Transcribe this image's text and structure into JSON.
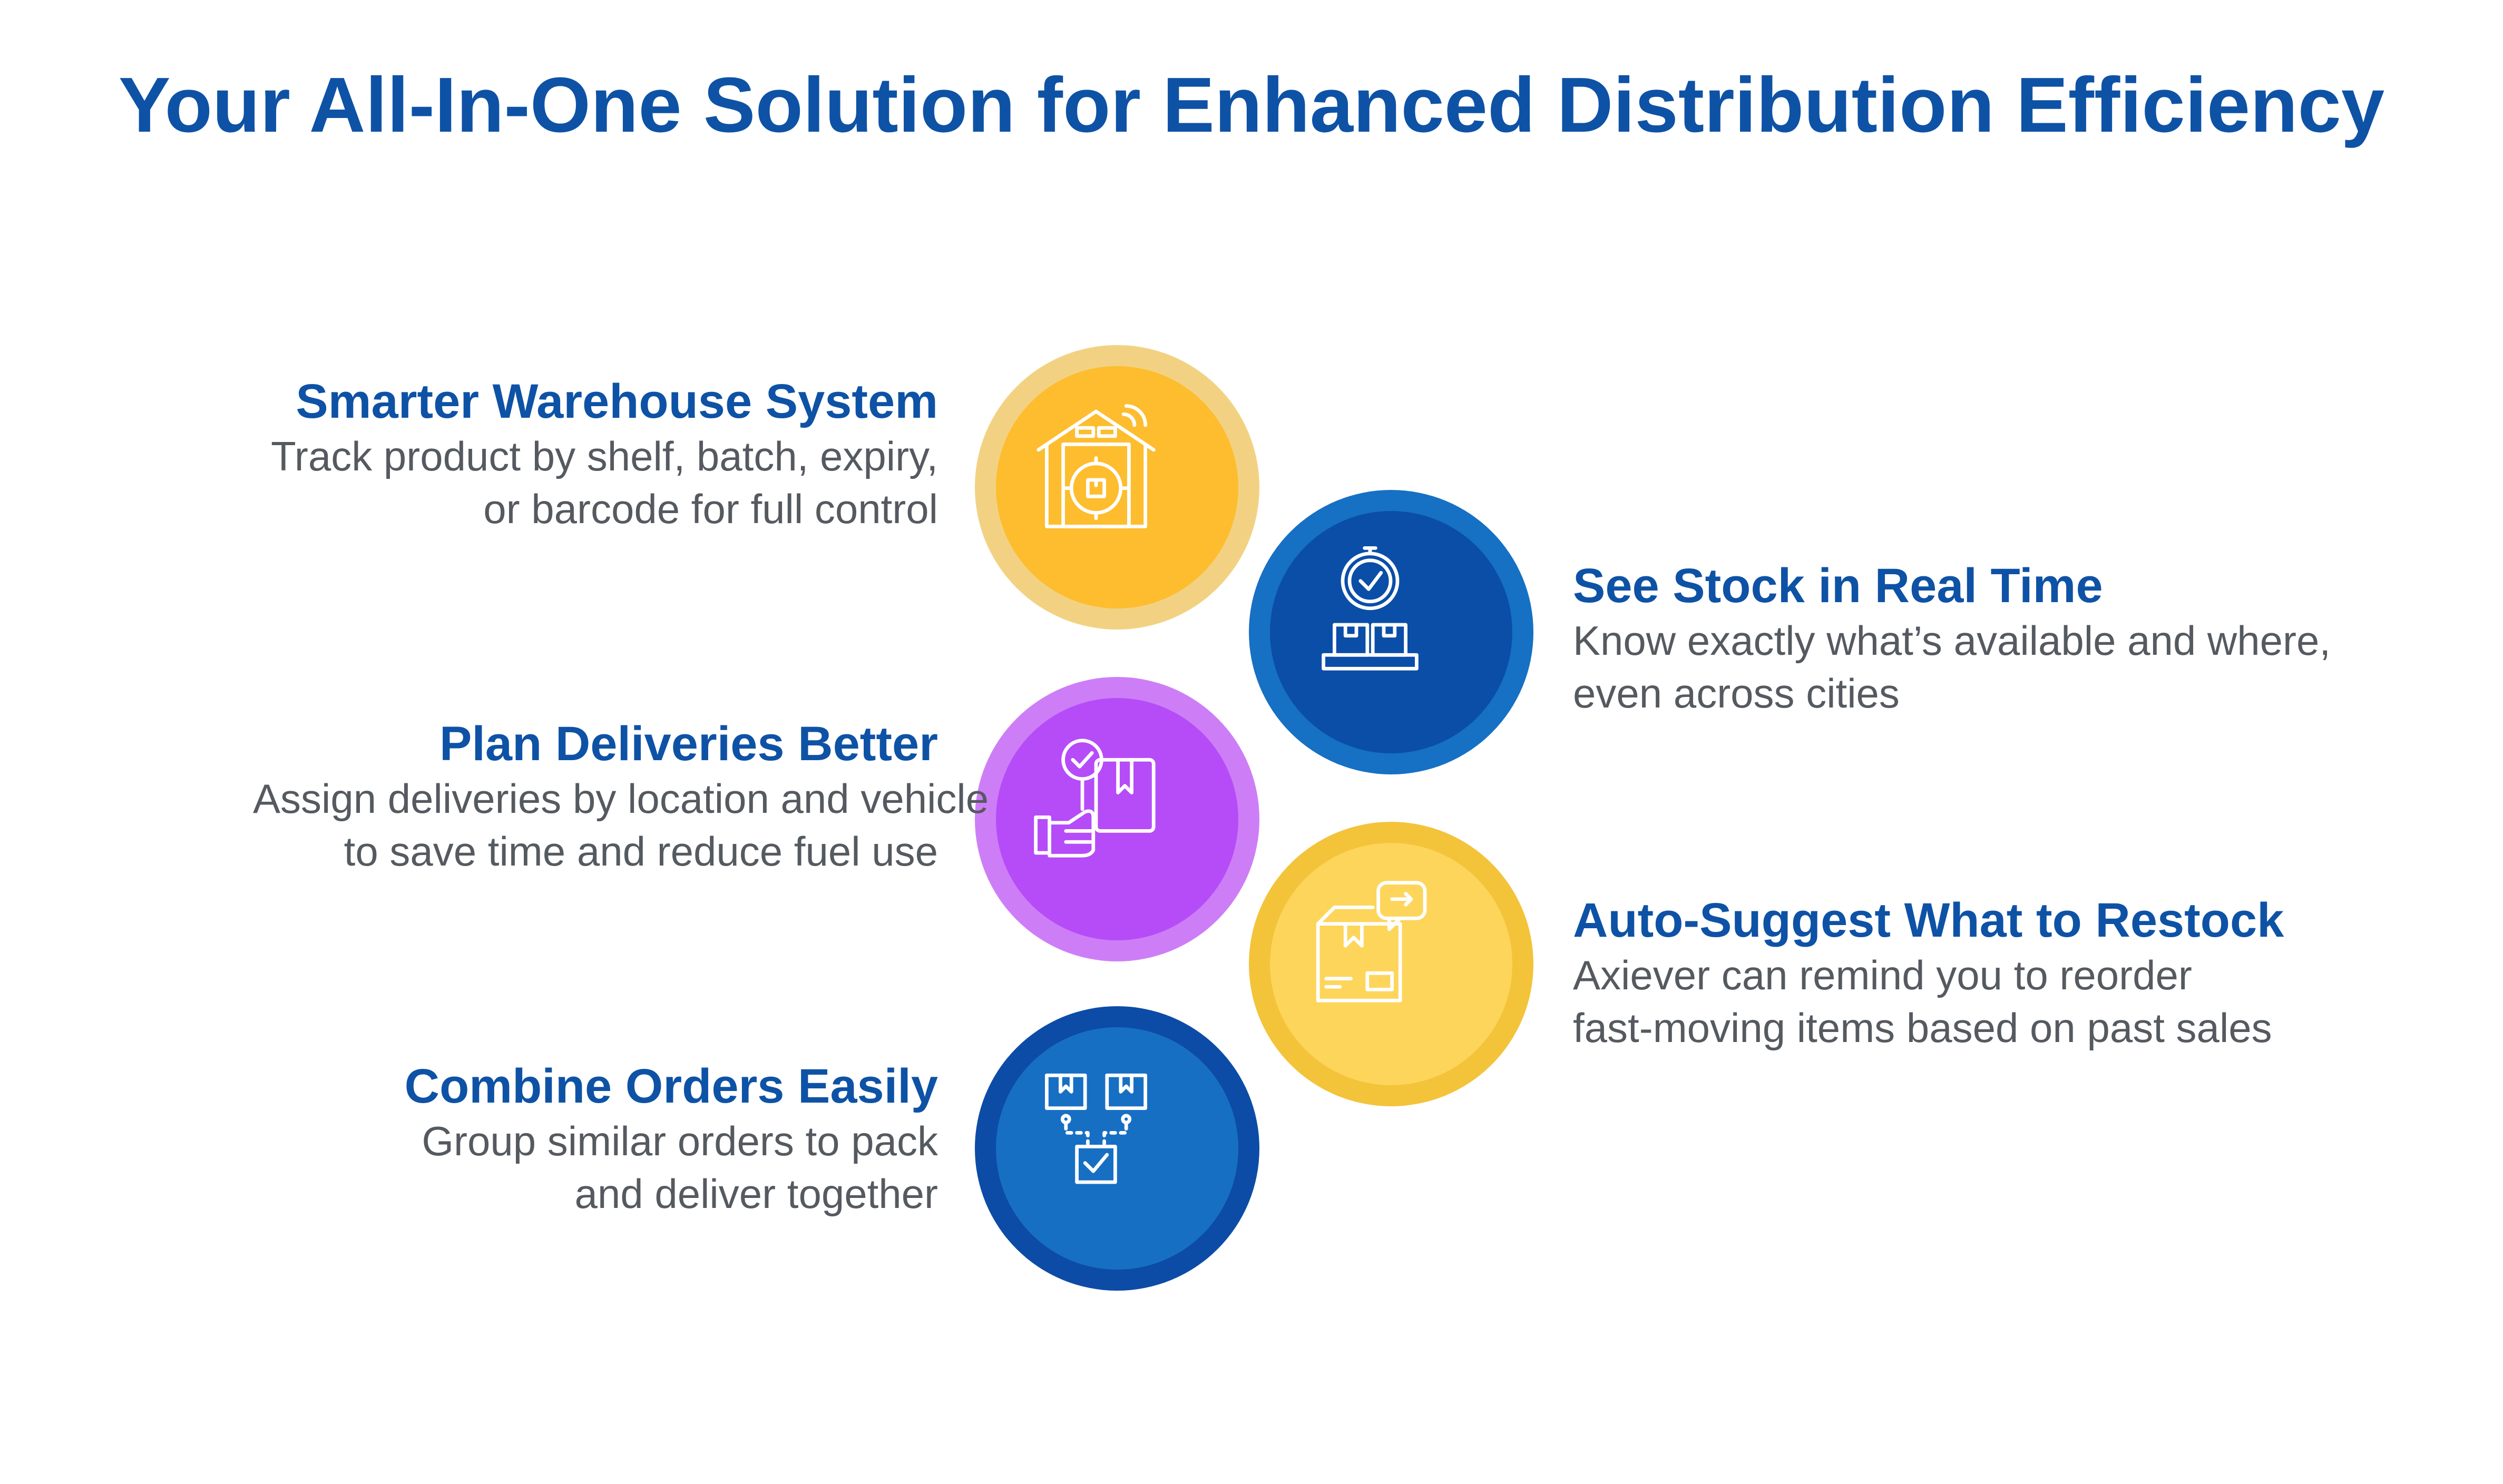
{
  "title": "Your All-In-One Solution for Enhanced Distribution Efficiency",
  "colors": {
    "title": "#0e52a6",
    "body_text": "#555a60",
    "yellow_outer": "#f2d282",
    "yellow_inner": "#fdbd2e",
    "blue_outer": "#1670c4",
    "blue_inner": "#0a4ea8",
    "purple_outer": "#cd7ef7",
    "purple_inner": "#b54cf8",
    "gold_outer": "#f3c33a",
    "gold_inner": "#fdd55b",
    "navy_outer": "#0c4ca6",
    "navy_inner": "#176fc4"
  },
  "features": [
    {
      "title": "Smarter Warehouse System",
      "lines": [
        "Track product by shelf, batch, expiry,",
        "or barcode for full control"
      ],
      "icon": "warehouse-icon"
    },
    {
      "title": "See Stock in Real Time",
      "lines": [
        "Know exactly what’s available and where,",
        "even across cities"
      ],
      "icon": "stock-clock-icon"
    },
    {
      "title": "Plan Deliveries Better",
      "lines": [
        "Assign deliveries by location and vehicle",
        "to save time and reduce fuel use"
      ],
      "icon": "delivery-hand-icon"
    },
    {
      "title": "Auto-Suggest What to Restock",
      "lines": [
        "Axiever can remind you to reorder",
        "fast-moving items based on past sales"
      ],
      "icon": "restock-box-icon"
    },
    {
      "title": "Combine Orders Easily",
      "lines": [
        "Group similar orders to pack",
        "and deliver together"
      ],
      "icon": "combine-orders-icon"
    }
  ]
}
